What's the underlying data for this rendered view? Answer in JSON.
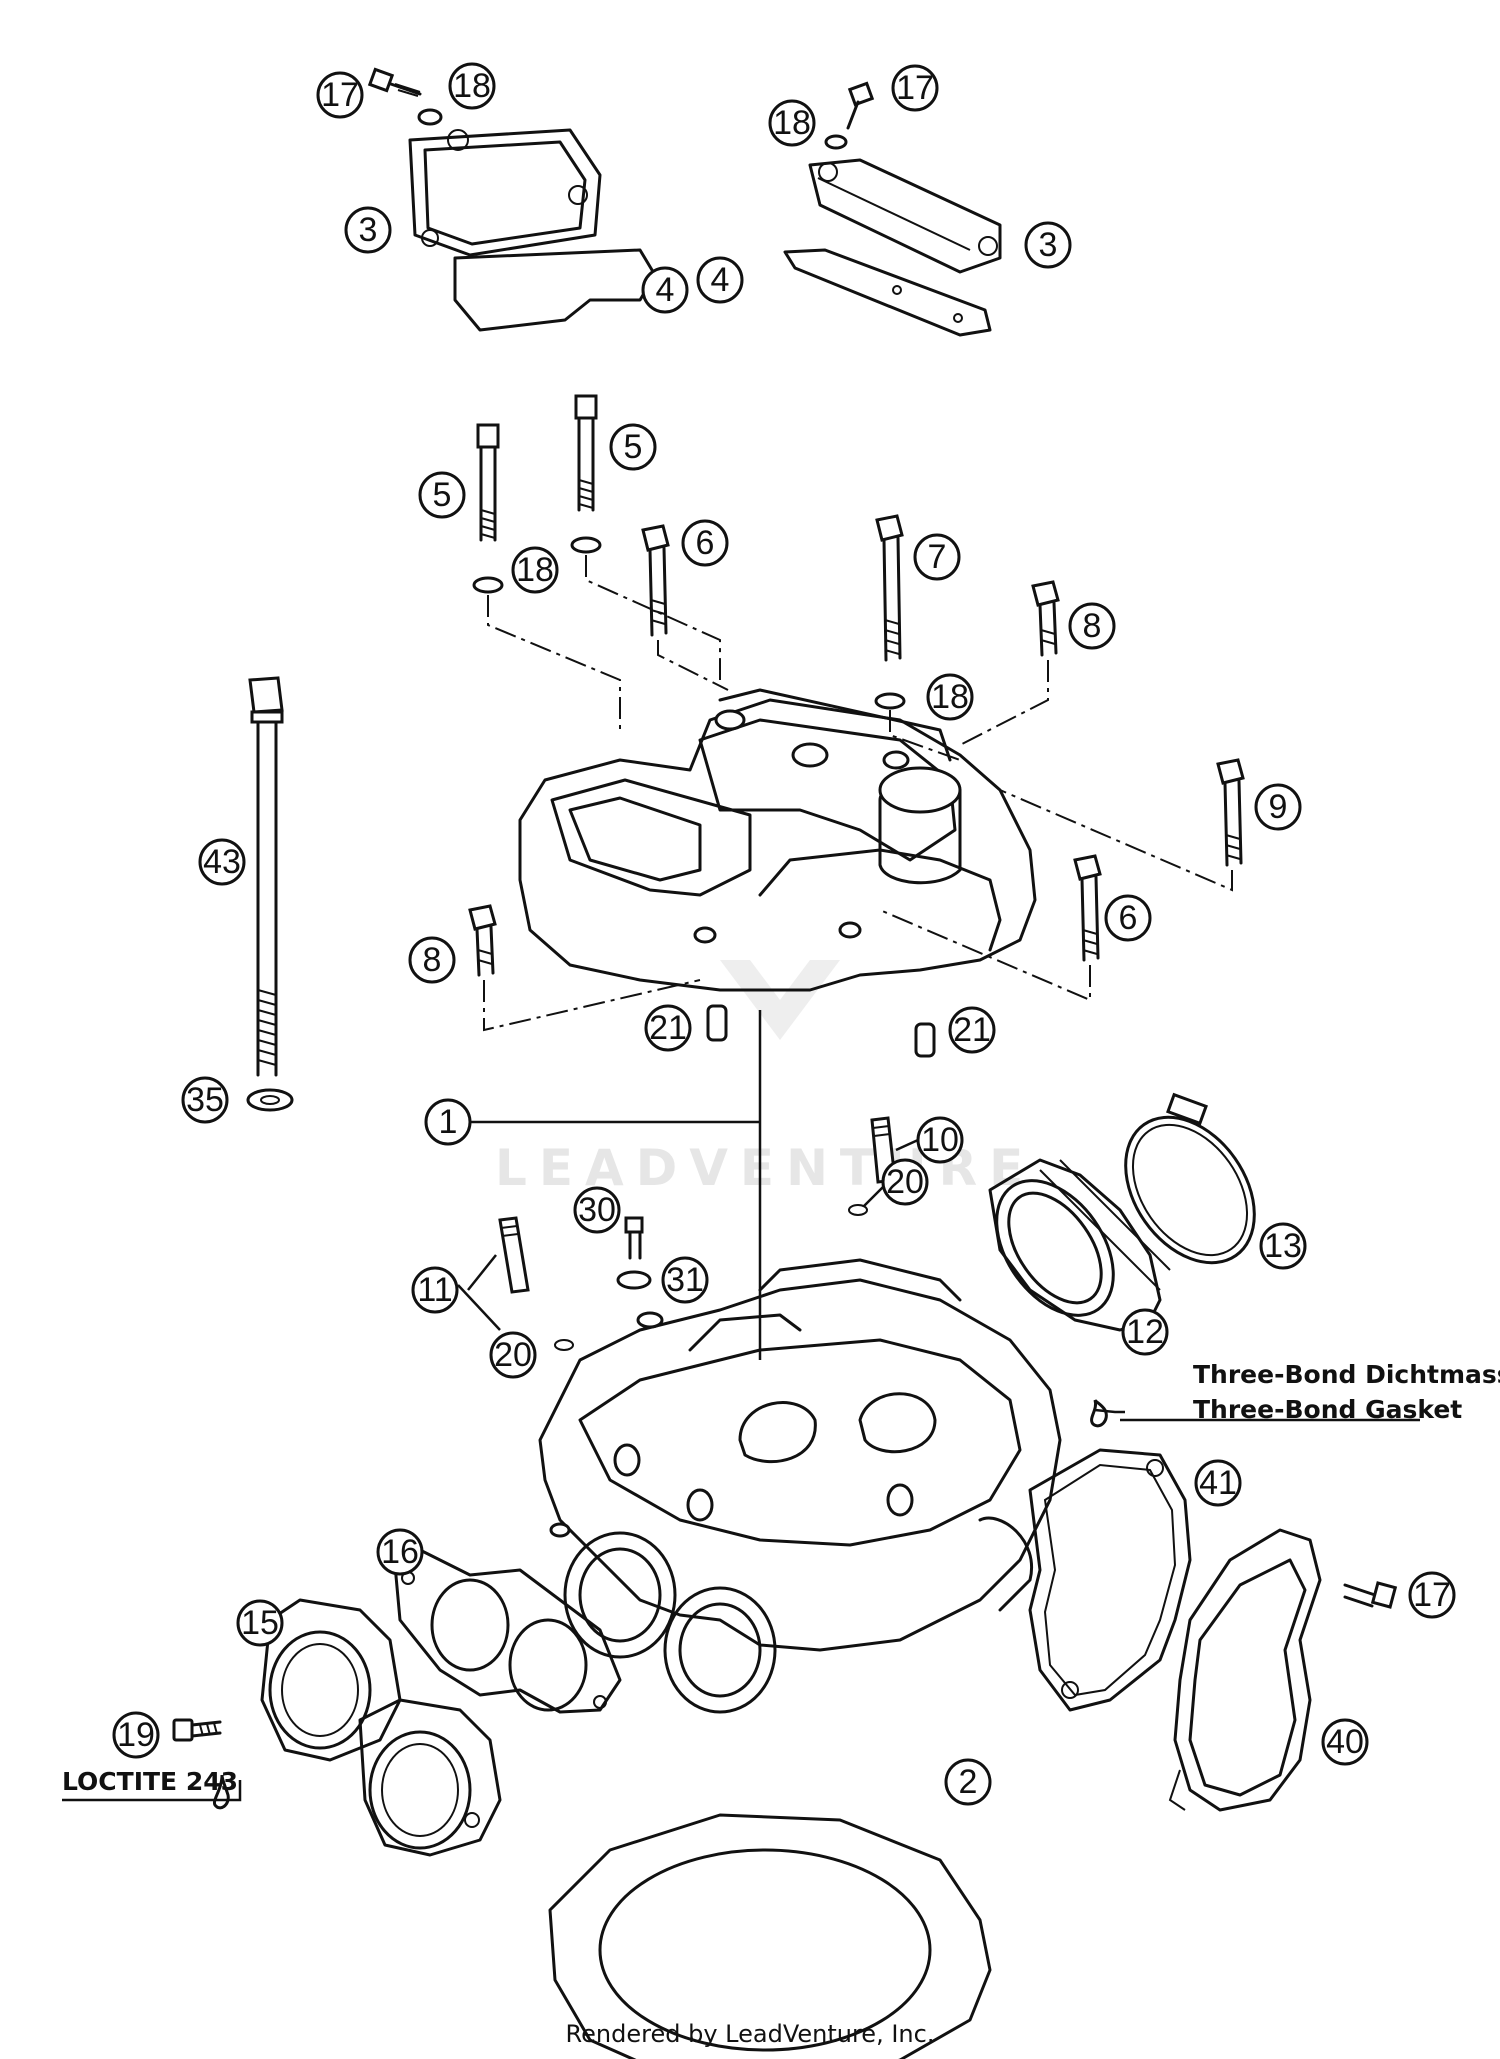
{
  "watermark": "LEADVENTURE",
  "footer": "Rendered by LeadVenture, Inc.",
  "notes": {
    "sealant_de": "Three-Bond Dichtmasse",
    "sealant_en": "Three-Bond Gasket",
    "loctite": "LOCTITE 243"
  },
  "callouts": [
    {
      "id": "c17a",
      "label": "17"
    },
    {
      "id": "c18a",
      "label": "18"
    },
    {
      "id": "c3a",
      "label": "3"
    },
    {
      "id": "c4a",
      "label": "4"
    },
    {
      "id": "c17b",
      "label": "17"
    },
    {
      "id": "c18b",
      "label": "18"
    },
    {
      "id": "c3b",
      "label": "3"
    },
    {
      "id": "c4b",
      "label": "4"
    },
    {
      "id": "c5a",
      "label": "5"
    },
    {
      "id": "c5b",
      "label": "5"
    },
    {
      "id": "c18c",
      "label": "18"
    },
    {
      "id": "c6a",
      "label": "6"
    },
    {
      "id": "c7",
      "label": "7"
    },
    {
      "id": "c8a",
      "label": "8"
    },
    {
      "id": "c18d",
      "label": "18"
    },
    {
      "id": "c9",
      "label": "9"
    },
    {
      "id": "c43",
      "label": "43"
    },
    {
      "id": "c8b",
      "label": "8"
    },
    {
      "id": "c6b",
      "label": "6"
    },
    {
      "id": "c21a",
      "label": "21"
    },
    {
      "id": "c21b",
      "label": "21"
    },
    {
      "id": "c35",
      "label": "35"
    },
    {
      "id": "c1",
      "label": "1"
    },
    {
      "id": "c10",
      "label": "10"
    },
    {
      "id": "c20a",
      "label": "20"
    },
    {
      "id": "c30",
      "label": "30"
    },
    {
      "id": "c31",
      "label": "31"
    },
    {
      "id": "c11",
      "label": "11"
    },
    {
      "id": "c20b",
      "label": "20"
    },
    {
      "id": "c12",
      "label": "12"
    },
    {
      "id": "c13",
      "label": "13"
    },
    {
      "id": "c41",
      "label": "41"
    },
    {
      "id": "c16",
      "label": "16"
    },
    {
      "id": "c15",
      "label": "15"
    },
    {
      "id": "c17c",
      "label": "17"
    },
    {
      "id": "c19",
      "label": "19"
    },
    {
      "id": "c40",
      "label": "40"
    },
    {
      "id": "c2",
      "label": "2"
    }
  ]
}
